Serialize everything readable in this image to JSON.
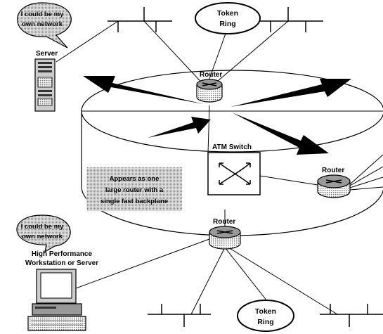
{
  "diagram": {
    "bubble_top": [
      "I could be my",
      "own network"
    ],
    "bubble_bottom": [
      "I could be my",
      "own network"
    ],
    "server_label": "Server",
    "token_ring_top": [
      "Token",
      "Ring"
    ],
    "token_ring_bottom": [
      "Token",
      "Ring"
    ],
    "router_top": "Router",
    "router_right": "Router",
    "router_bottom": "Router",
    "atm_switch_label": "ATM Switch",
    "note": [
      "Appears as one",
      "large router with a",
      "single fast backplane"
    ],
    "workstation_label": [
      "High Performance",
      "Workstation or Server"
    ]
  },
  "colors": {
    "ink": "#000000",
    "shade": "#b8b8b8",
    "paper": "#ffffff"
  }
}
